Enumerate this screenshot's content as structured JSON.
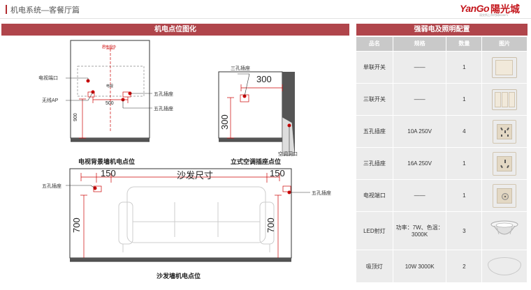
{
  "header": {
    "title": "机电系统—客餐厅篇",
    "logo_en": "YanGo",
    "logo_cn": "陽光城",
    "logo_sub": "深交所上市代码000671"
  },
  "left": {
    "title": "机电点位图化",
    "tv_wall": {
      "caption": "电视背景墙机电点位",
      "top_label": "居电视中",
      "tv_label": "电视",
      "label_tv_port": "电视端口",
      "label_wifi": "无线AP",
      "label_socket_right": "五孔插座",
      "label_socket_right2": "五孔插座",
      "dim_width": "500",
      "dim_height": "900"
    },
    "ac_wall": {
      "caption": "立式空调插座点位",
      "label_socket": "三孔插座",
      "label_ac_port": "空调洞口",
      "dim_h": "300",
      "dim_v": "300"
    },
    "sofa_wall": {
      "caption": "沙发墙机电点位",
      "label_left": "五孔插座",
      "label_right": "五孔插座",
      "dim_center": "沙发尺寸",
      "dim_left": "150",
      "dim_right": "150",
      "dim_v_left": "700",
      "dim_v_right": "700"
    }
  },
  "right": {
    "title": "强弱电及照明配置",
    "columns": [
      "品名",
      "规格",
      "数量",
      "图片"
    ],
    "rows": [
      {
        "name": "单联开关",
        "spec": "——",
        "qty": "1",
        "icon": "single-switch-icon"
      },
      {
        "name": "三联开关",
        "spec": "——",
        "qty": "1",
        "icon": "triple-switch-icon"
      },
      {
        "name": "五孔插座",
        "spec": "10A 250V",
        "qty": "4",
        "icon": "five-hole-socket-icon"
      },
      {
        "name": "三孔插座",
        "spec": "16A 250V",
        "qty": "1",
        "icon": "three-hole-socket-icon"
      },
      {
        "name": "电视端口",
        "spec": "——",
        "qty": "1",
        "icon": "tv-port-icon"
      },
      {
        "name": "LED射灯",
        "spec": "功率：7W、色温：3000K",
        "qty": "3",
        "icon": "led-spotlight-icon"
      },
      {
        "name": "吸顶灯",
        "spec": "10W 3000K",
        "qty": "2",
        "icon": "ceiling-light-icon"
      }
    ]
  },
  "colors": {
    "accent": "#b0454b",
    "dimension_red": "#c00000",
    "table_header": "#c9c9c9",
    "table_cell": "#ececec"
  }
}
